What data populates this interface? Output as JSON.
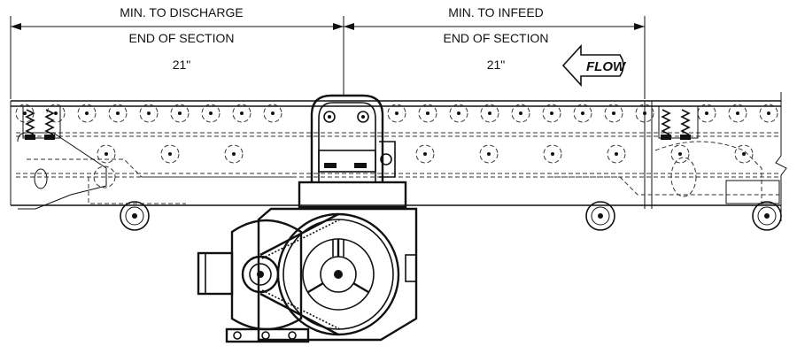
{
  "dimensions": {
    "discharge": {
      "line1": "MIN. TO DISCHARGE",
      "line2": "END OF SECTION",
      "value": "21\""
    },
    "infeed": {
      "line1": "MIN. TO INFEED",
      "line2": "END OF SECTION",
      "value": "21\""
    }
  },
  "flow_arrow": {
    "label": "FLOW",
    "direction": "left"
  }
}
